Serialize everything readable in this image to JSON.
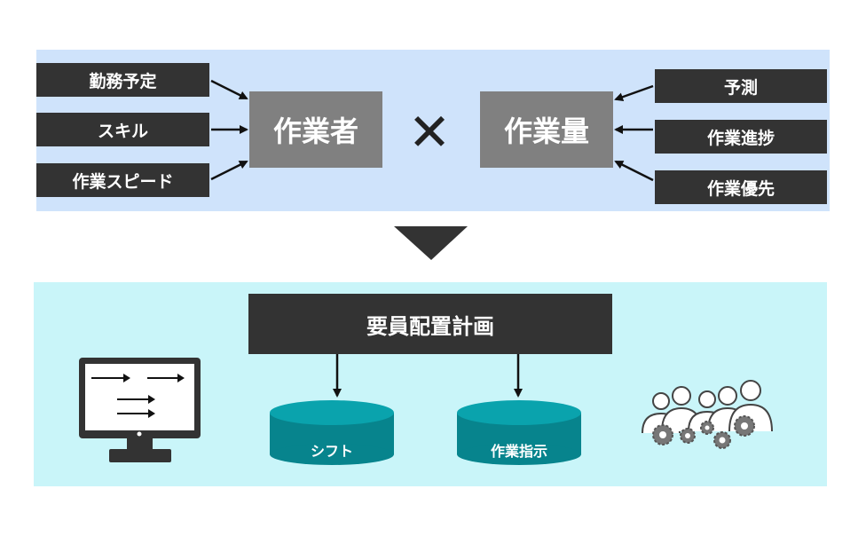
{
  "inputs_left": {
    "items": [
      "勤務予定",
      "スキル",
      "作業スピード"
    ],
    "target": "作業者"
  },
  "operator": "✕",
  "inputs_right": {
    "items": [
      "予測",
      "作業進捗",
      "作業優先"
    ],
    "target": "作業量"
  },
  "plan": {
    "title": "要員配置計画",
    "outputs": [
      "シフト",
      "作業指示"
    ]
  },
  "icons": [
    "monitor-icon",
    "team-gears-icon",
    "down-triangle-icon"
  ],
  "colors": {
    "top_panel": "#cfe3fb",
    "bottom_panel": "#c9f5f9",
    "dark_box": "#333333",
    "gray_box": "#808080",
    "cylinder": "#0aa3ad"
  }
}
